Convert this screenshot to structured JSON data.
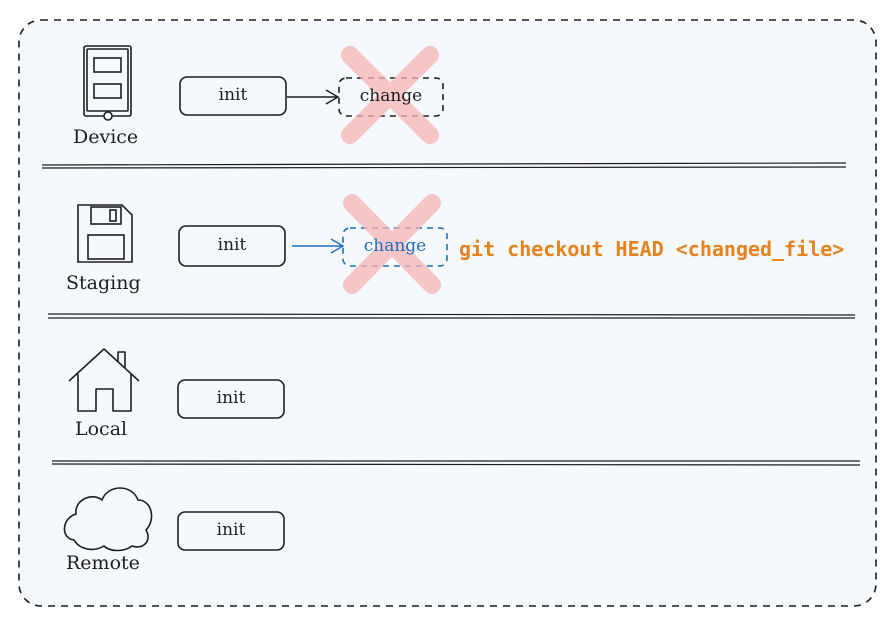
{
  "colors": {
    "background_panel": "#f5f8fc",
    "stroke": "#1e1e1e",
    "staging_accent": "#1f6fc0",
    "cross": "#f7b4b4",
    "command": "#e8821c"
  },
  "rows": [
    {
      "label": "Device",
      "icon": "phone-icon",
      "commits": [
        "init",
        "change"
      ],
      "change_crossed_out": true
    },
    {
      "label": "Staging",
      "icon": "floppy-disk-icon",
      "commits": [
        "init",
        "change"
      ],
      "change_crossed_out": true,
      "command": "git checkout HEAD <changed_file>"
    },
    {
      "label": "Local",
      "icon": "house-icon",
      "commits": [
        "init"
      ]
    },
    {
      "label": "Remote",
      "icon": "cloud-icon",
      "commits": [
        "init"
      ]
    }
  ]
}
